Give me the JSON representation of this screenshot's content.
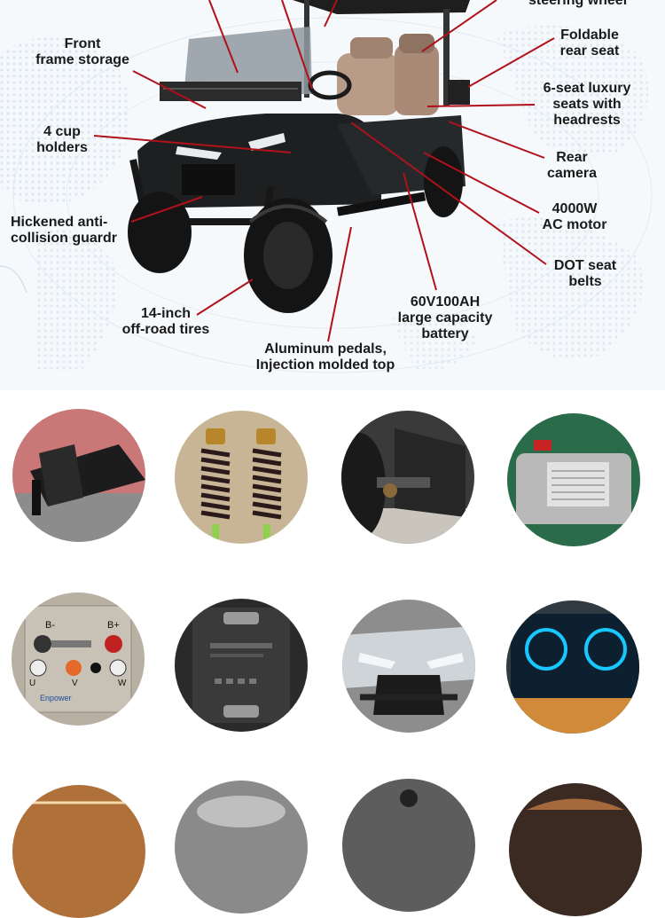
{
  "labels": {
    "steering_wheel": "steering wheel",
    "front_frame_storage": "Front\nframe storage",
    "foldable_rear_seat": "Foldable\nrear seat",
    "six_seat_luxury": "6-seat luxury\nseats with\nheadrests",
    "cup_holders": "4 cup\nholders",
    "rear_camera": "Rear\ncamera",
    "ac_motor": "4000W\nAC motor",
    "collision_guard": "Hickened anti-\ncollision guardr",
    "dot_seat_belts": "DOT seat\nbelts",
    "battery": "60V100AH\nlarge capacity\nbattery",
    "tires": "14-inch\noff-road tires",
    "pedals": "Aluminum pedals,\nInjection molded top"
  },
  "controller_panel": {
    "b_minus": "B-",
    "b_plus": "B+",
    "u": "U",
    "v": "V",
    "w": "W",
    "brand": "Enpower"
  },
  "colors": {
    "leader_line": "#b0111a",
    "map_dots": "#c9d7e6"
  }
}
